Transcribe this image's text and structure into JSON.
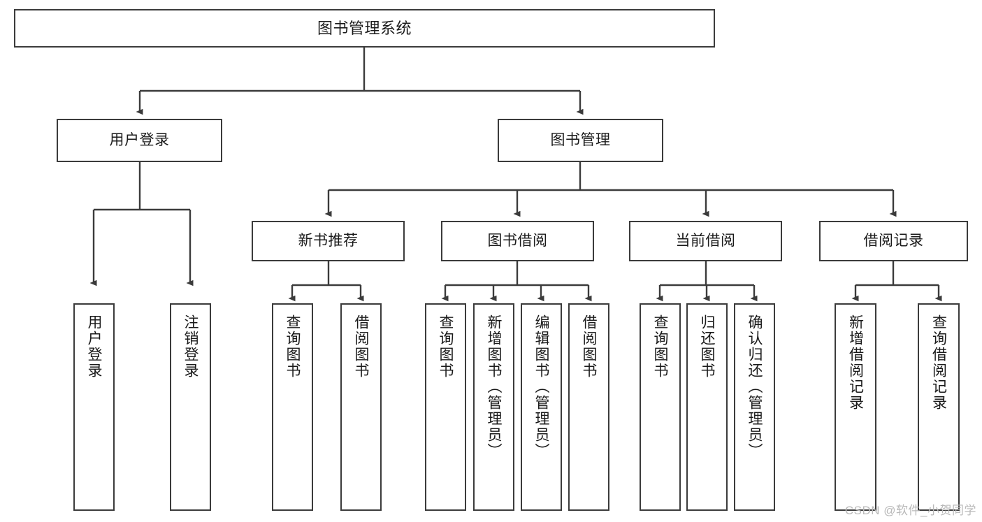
{
  "diagram": {
    "title": "图书管理系统",
    "type": "tree-hierarchy-chart",
    "root": {
      "label": "图书管理系统"
    },
    "level1": [
      {
        "label": "用户登录"
      },
      {
        "label": "图书管理"
      }
    ],
    "level2": [
      {
        "label": "新书推荐"
      },
      {
        "label": "图书借阅"
      },
      {
        "label": "当前借阅"
      },
      {
        "label": "借阅记录"
      }
    ],
    "leaves": {
      "user_login": [
        {
          "label": "用户登录"
        },
        {
          "label": "注销登录"
        }
      ],
      "new_book_recommend": [
        {
          "label": "查询图书"
        },
        {
          "label": "借阅图书"
        }
      ],
      "book_borrow": [
        {
          "label": "查询图书"
        },
        {
          "label": "新增图书（管理员）"
        },
        {
          "label": "编辑图书（管理员）"
        },
        {
          "label": "借阅图书"
        }
      ],
      "current_borrow": [
        {
          "label": "查询图书"
        },
        {
          "label": "归还图书"
        },
        {
          "label": "确认归还（管理员）"
        }
      ],
      "borrow_record": [
        {
          "label": "新增借阅记录"
        },
        {
          "label": "查询借阅记录"
        }
      ]
    }
  },
  "watermark": {
    "text": "CSDN @软件_小贺同学"
  },
  "colors": {
    "node_border": "#3b3b3b",
    "node_fill": "#ffffff",
    "edge": "#3b3b3b",
    "text": "#1a1a1a",
    "watermark": "#b9b9b9",
    "background": "#ffffff"
  }
}
